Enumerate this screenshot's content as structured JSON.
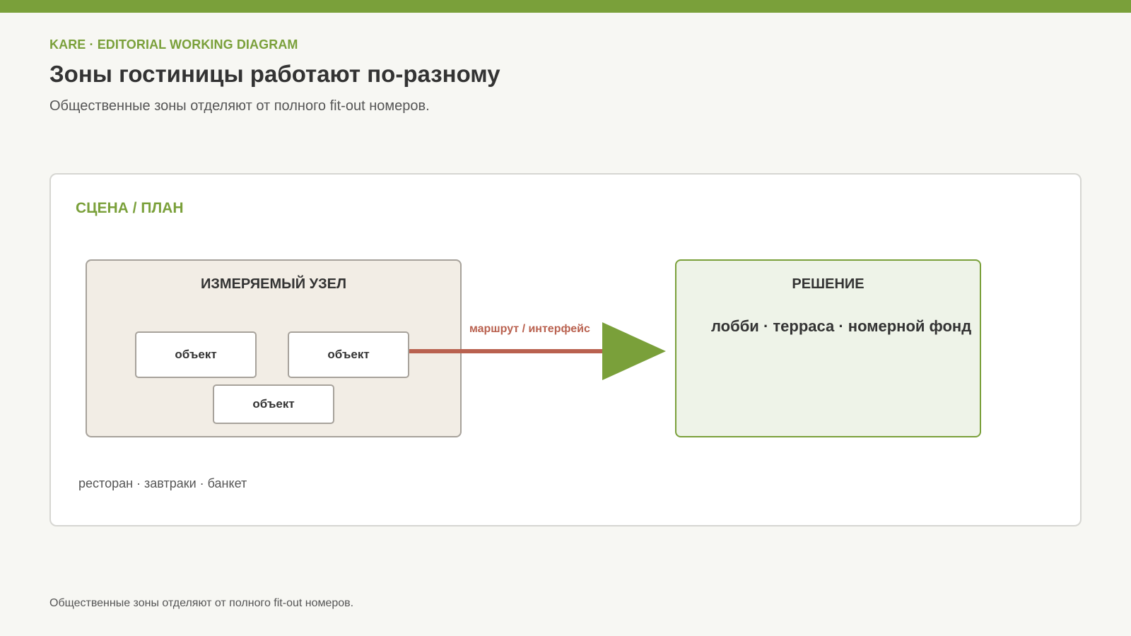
{
  "header": {
    "kicker": "KARE · EDITORIAL WORKING DIAGRAM",
    "title": "Зоны гостиницы работают по-разному",
    "subtitle": "Общественные зоны отделяют от полного fit-out номеров."
  },
  "scene": {
    "label": "СЦЕНА / ПЛАН",
    "node": {
      "title": "ИЗМЕРЯЕМЫЙ УЗЕЛ",
      "objects": [
        "объект",
        "объект",
        "объект"
      ]
    },
    "edge": {
      "label": "маршрут / интерфейс"
    },
    "decision": {
      "title": "РЕШЕНИЕ",
      "items": "лобби · терраса · номерной фонд"
    },
    "note": "ресторан · завтраки · банкет"
  },
  "footer": {
    "note": "Общественные зоны отделяют от полного fit-out номеров."
  },
  "colors": {
    "accent": "#7aa03a",
    "edge": "#b9614f",
    "node_fill": "#f2ede5",
    "decision_fill": "#eef3e8"
  }
}
